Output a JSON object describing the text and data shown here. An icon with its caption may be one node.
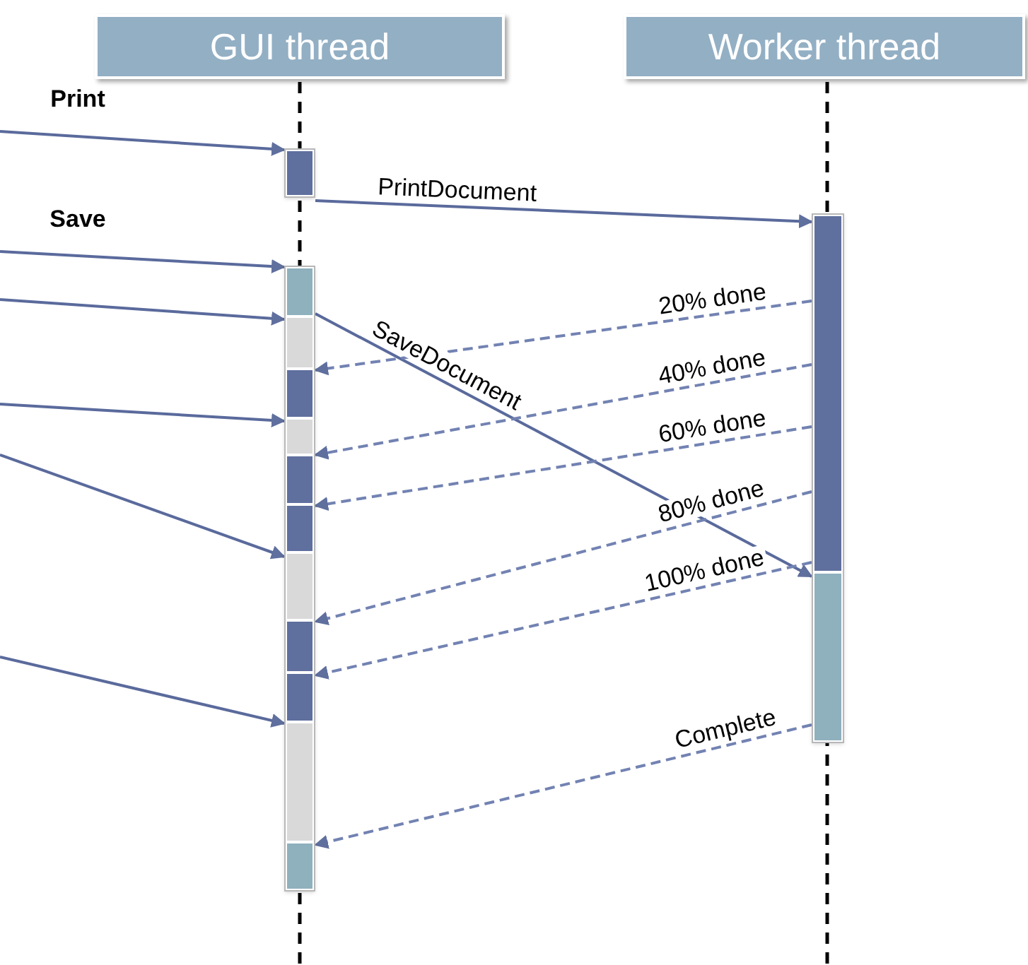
{
  "diagram": {
    "nodes": [
      {
        "text": [
          "GUI thread"
        ]
      },
      {
        "text": [
          "Worker thread"
        ]
      },
      {
        "text": [],
        "shape": "bar"
      },
      {
        "text": [],
        "shape": "bar"
      },
      {
        "text": [],
        "shape": "bar"
      },
      {
        "text": [],
        "shape": "bar"
      },
      {
        "text": [],
        "shape": "bar"
      },
      {
        "text": [],
        "shape": "bar"
      },
      {
        "text": [],
        "shape": "bar"
      },
      {
        "text": [],
        "shape": "bar"
      },
      {
        "text": [],
        "shape": "bar"
      },
      {
        "text": [],
        "shape": "bar"
      },
      {
        "text": [],
        "shape": "bar"
      },
      {
        "text": [],
        "shape": "bar"
      },
      {
        "text": [],
        "shape": "bar"
      },
      {
        "text": [],
        "shape": "bar"
      }
    ],
    "edges": [
      {
        "from": null,
        "to": 2,
        "arrow": "to",
        "label": "Print"
      },
      {
        "from": null,
        "to": 3,
        "arrow": "to",
        "label": "Save"
      },
      {
        "from": null,
        "to": 4,
        "arrow": "to"
      },
      {
        "from": null,
        "to": 6,
        "arrow": "to"
      },
      {
        "from": null,
        "to": 9,
        "arrow": "to"
      },
      {
        "from": null,
        "to": 12,
        "arrow": "to"
      },
      {
        "from": 2,
        "to": 14,
        "arrow": "to",
        "label": "PrintDocument"
      },
      {
        "from": 3,
        "to": 15,
        "arrow": "to",
        "label": "SaveDocument"
      },
      {
        "from": 14,
        "to": 5,
        "arrow": "to",
        "label": "20% done",
        "style": "dashed"
      },
      {
        "from": 14,
        "to": 7,
        "arrow": "to",
        "label": "40% done",
        "style": "dashed"
      },
      {
        "from": 14,
        "to": 8,
        "arrow": "to",
        "label": "60% done",
        "style": "dashed"
      },
      {
        "from": 14,
        "to": 10,
        "arrow": "to",
        "label": "80% done",
        "style": "dashed"
      },
      {
        "from": 14,
        "to": 11,
        "arrow": "to",
        "label": "100% done",
        "style": "dashed"
      },
      {
        "from": 15,
        "to": 13,
        "arrow": "to",
        "label": "Complete",
        "style": "dashed"
      }
    ]
  }
}
